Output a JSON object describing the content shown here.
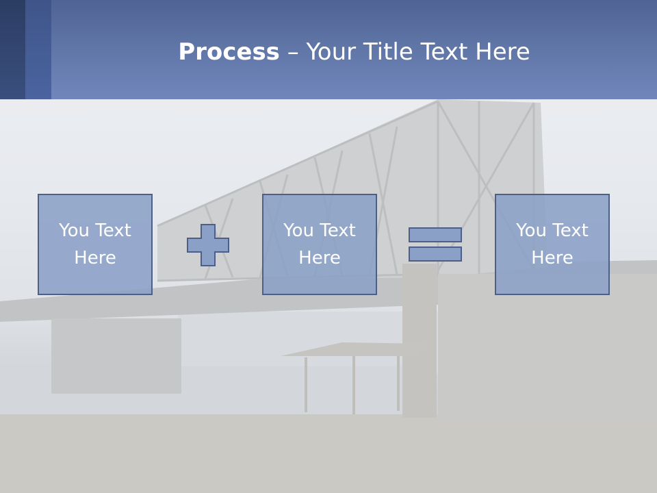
{
  "header": {
    "title_bold": "Process",
    "title_rest": " – Your Title Text Here"
  },
  "process": {
    "boxes": [
      {
        "line1": "You Text",
        "line2": "Here"
      },
      {
        "line1": "You Text",
        "line2": "Here"
      },
      {
        "line1": "You Text",
        "line2": "Here"
      }
    ],
    "operators": [
      "plus",
      "equals"
    ]
  },
  "colors": {
    "header_top": "#4f6394",
    "header_bottom": "#7186bb",
    "box_fill": "#8ba0c7",
    "box_border": "#4d5f86"
  }
}
